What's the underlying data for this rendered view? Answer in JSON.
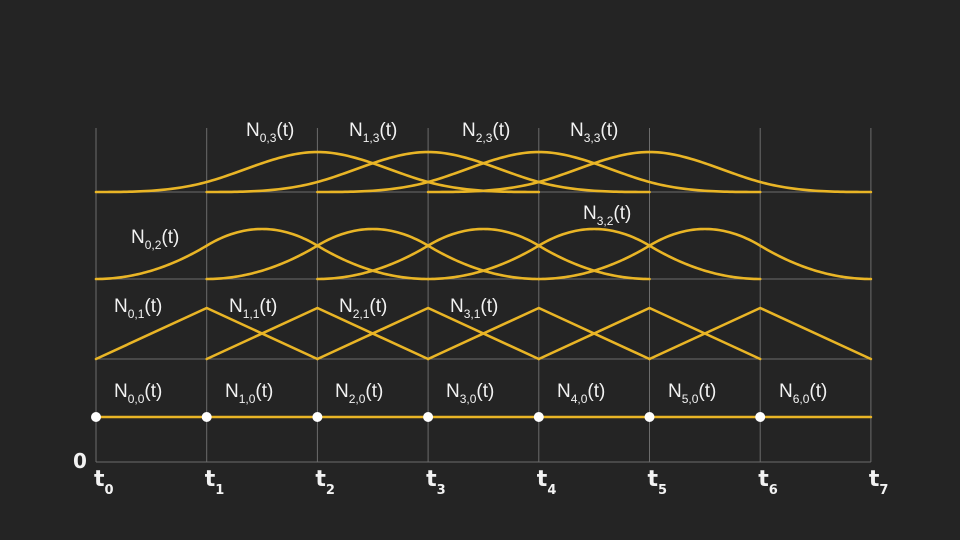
{
  "colors": {
    "background": "#242424",
    "curve": "#e9b526",
    "text": "#f2f2f2",
    "grid": "#6c6c6c",
    "knot": "#ffffff"
  },
  "knots": [
    {
      "base": "t",
      "sub": "0"
    },
    {
      "base": "t",
      "sub": "1"
    },
    {
      "base": "t",
      "sub": "2"
    },
    {
      "base": "t",
      "sub": "3"
    },
    {
      "base": "t",
      "sub": "4"
    },
    {
      "base": "t",
      "sub": "5"
    },
    {
      "base": "t",
      "sub": "6"
    },
    {
      "base": "t",
      "sub": "7"
    }
  ],
  "origin_label": "0",
  "degrees": [
    {
      "degree": 3,
      "labels": [
        {
          "base": "N",
          "sub": "0,3",
          "tail": "(t)"
        },
        {
          "base": "N",
          "sub": "1,3",
          "tail": "(t)"
        },
        {
          "base": "N",
          "sub": "2,3",
          "tail": "(t)"
        },
        {
          "base": "N",
          "sub": "3,3",
          "tail": "(t)"
        }
      ]
    },
    {
      "degree": 2,
      "labels": [
        {
          "base": "N",
          "sub": "0,2",
          "tail": "(t)"
        },
        {
          "base": "N",
          "sub": "3,2",
          "tail": "(t)"
        }
      ]
    },
    {
      "degree": 1,
      "labels": [
        {
          "base": "N",
          "sub": "0,1",
          "tail": "(t)"
        },
        {
          "base": "N",
          "sub": "1,1",
          "tail": "(t)"
        },
        {
          "base": "N",
          "sub": "2,1",
          "tail": "(t)"
        },
        {
          "base": "N",
          "sub": "3,1",
          "tail": "(t)"
        }
      ]
    },
    {
      "degree": 0,
      "labels": [
        {
          "base": "N",
          "sub": "0,0",
          "tail": "(t)"
        },
        {
          "base": "N",
          "sub": "1,0",
          "tail": "(t)"
        },
        {
          "base": "N",
          "sub": "2,0",
          "tail": "(t)"
        },
        {
          "base": "N",
          "sub": "3,0",
          "tail": "(t)"
        },
        {
          "base": "N",
          "sub": "4,0",
          "tail": "(t)"
        },
        {
          "base": "N",
          "sub": "5,0",
          "tail": "(t)"
        },
        {
          "base": "N",
          "sub": "6,0",
          "tail": "(t)"
        }
      ]
    }
  ]
}
